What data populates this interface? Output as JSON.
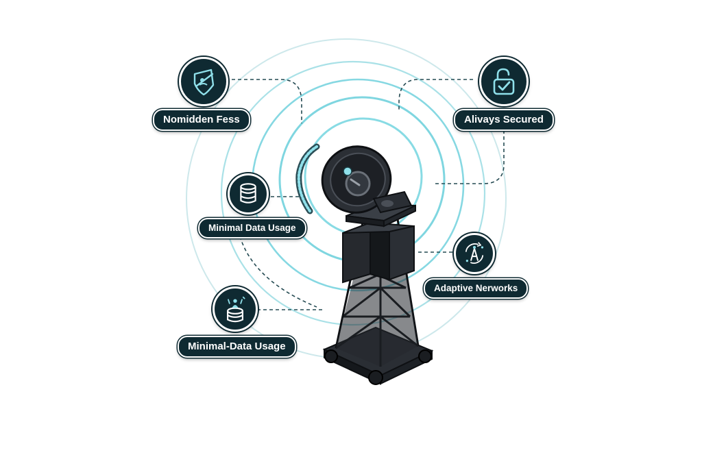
{
  "features": [
    {
      "id": "nomidden-fess",
      "label": "Nomidden Fess",
      "icon": "shield-eye-slash-icon"
    },
    {
      "id": "always-secured",
      "label": "Alivays Secured",
      "icon": "padlock-check-icon"
    },
    {
      "id": "minimal-data-usage",
      "label": "Minimal Data Usage",
      "icon": "database-icon"
    },
    {
      "id": "adaptive-networks",
      "label": "Adaptive Nerworks",
      "icon": "adaptive-signal-icon"
    },
    {
      "id": "minimal-data-usage-2",
      "label": "Minimal-Data Usage",
      "icon": "database-person-icon"
    }
  ],
  "colors": {
    "dark": "#0f2a32",
    "ring": "#86dbe4",
    "ring_faint": "#c8e7ea",
    "tower": "#1c1f24",
    "accent": "#8fe0ea"
  }
}
